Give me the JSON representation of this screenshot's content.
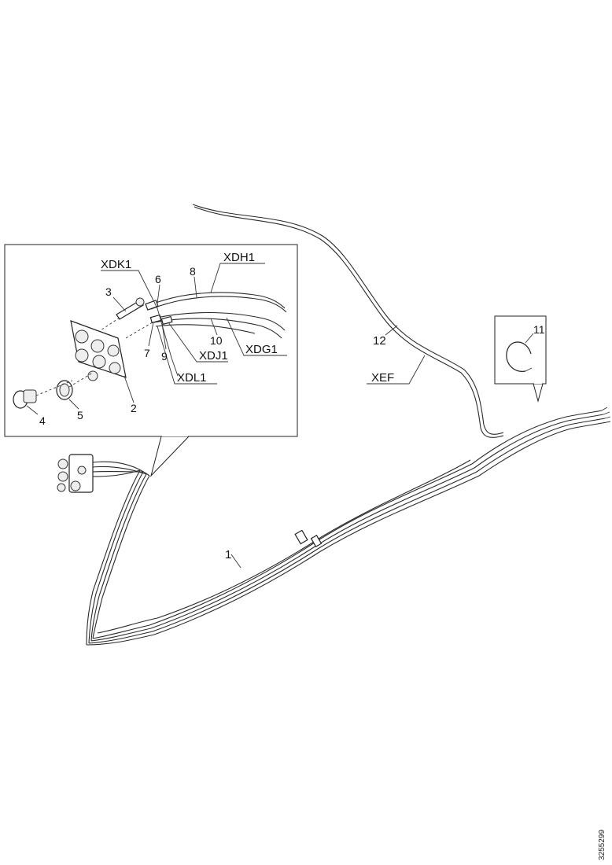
{
  "callouts": {
    "c1": "1",
    "c2": "2",
    "c3": "3",
    "c4": "4",
    "c5": "5",
    "c6": "6",
    "c7": "7",
    "c8": "8",
    "c9": "9",
    "c10": "10",
    "c11": "11",
    "c12": "12"
  },
  "connectors": {
    "xdk1": "XDK1",
    "xdh1": "XDH1",
    "xdg1": "XDG1",
    "xdj1": "XDJ1",
    "xdl1": "XDL1",
    "xef": "XEF"
  },
  "reference_number": "3255299"
}
